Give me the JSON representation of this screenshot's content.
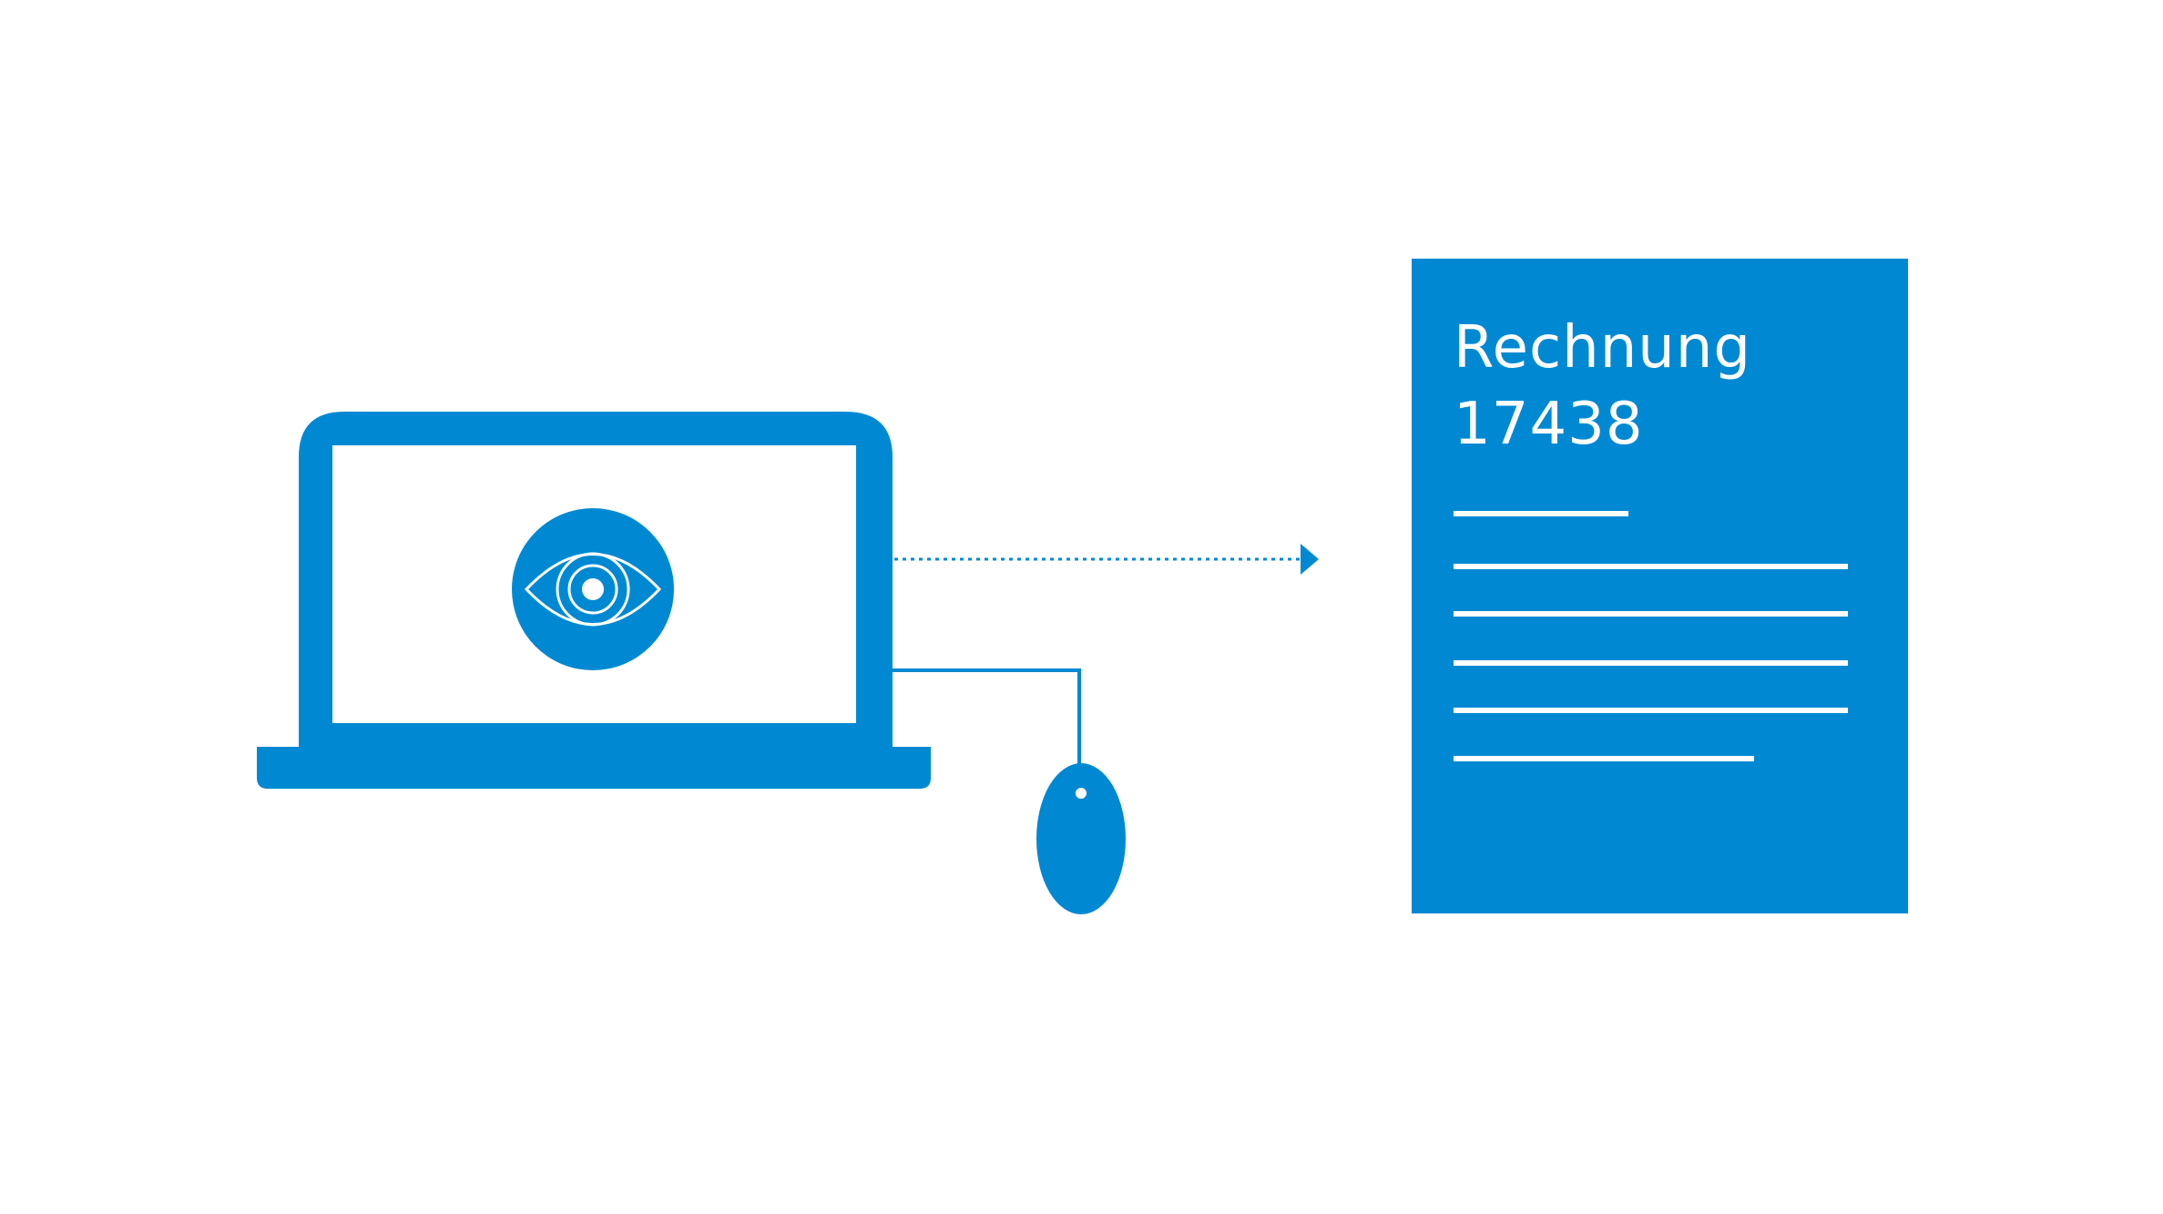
{
  "colors": {
    "primary": "#0089d2",
    "background": "#ffffff",
    "foreground_on_primary": "#ffffff"
  },
  "icons": {
    "laptop": "laptop-icon",
    "eye": "eye-icon",
    "mouse": "mouse-icon",
    "document": "document-icon",
    "arrow": "dotted-arrow"
  },
  "document": {
    "title_line1": "Rechnung",
    "title_line2": "17438"
  }
}
